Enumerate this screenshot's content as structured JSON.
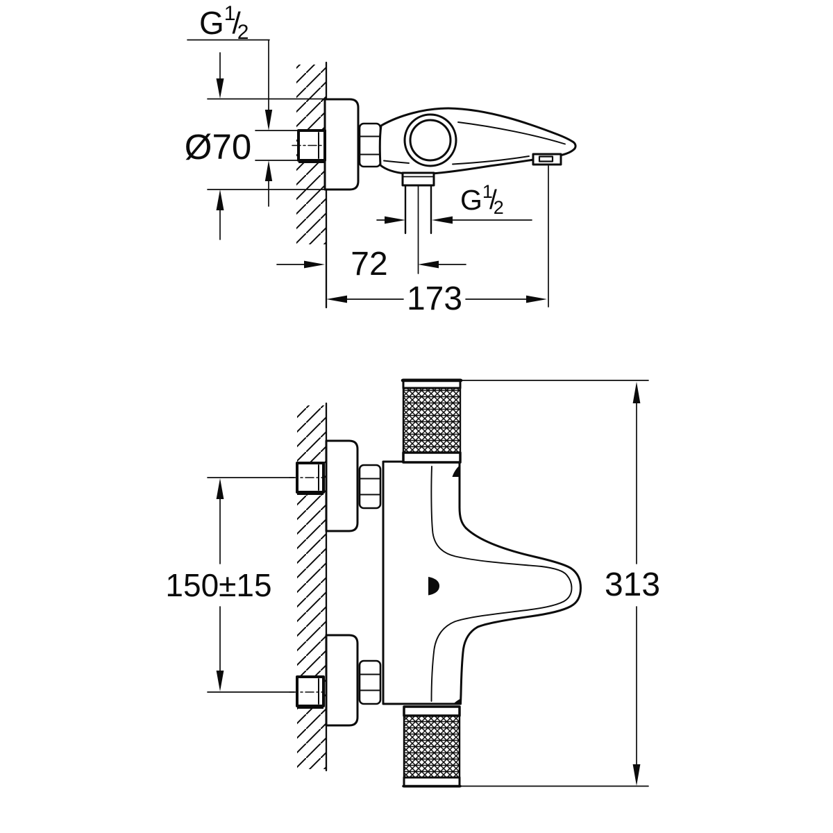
{
  "drawing": {
    "labels": {
      "thread_top": {
        "g": "G",
        "num": "1",
        "slash": "/",
        "den": "2"
      },
      "thread_spout": {
        "g": "G",
        "num": "1",
        "slash": "/",
        "den": "2"
      },
      "diameter": "Ø70",
      "offset_wall_to_outlet": "72",
      "depth_total": "173",
      "center_distance": "150±15",
      "height_total": "313"
    },
    "colors": {
      "line": "#0b0b0b",
      "background": "#ffffff"
    }
  }
}
